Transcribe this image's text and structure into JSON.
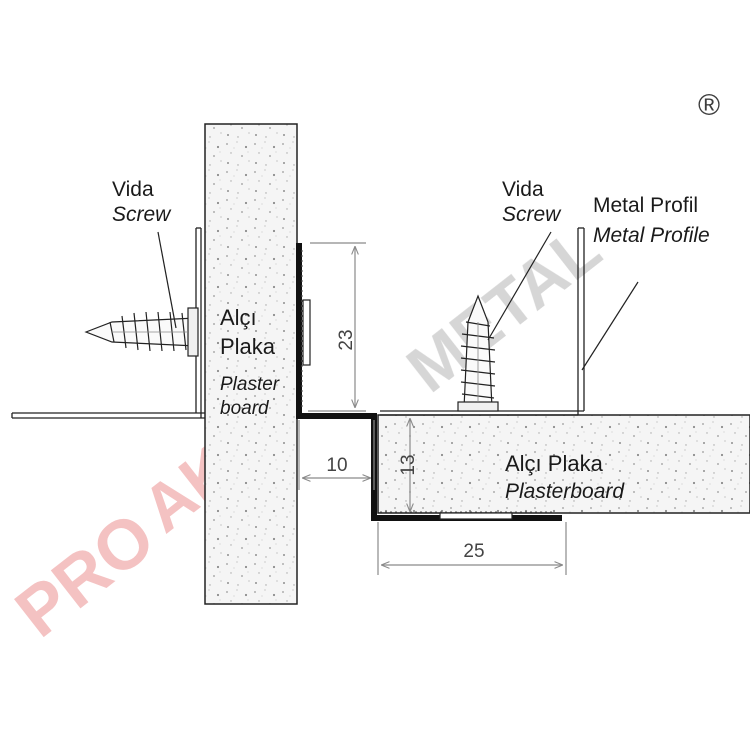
{
  "watermark": {
    "text": "PROAKS METAL",
    "registered": "®",
    "color_red": "#f0b7b7",
    "color_gray": "#c9c9c9"
  },
  "labels": {
    "screw_left_tr": "Vida",
    "screw_left_en": "Screw",
    "screw_right_tr": "Vida",
    "screw_right_en": "Screw",
    "profile_tr": "Metal Profil",
    "profile_en": "Metal Profile",
    "board_left_tr_1": "Alçı",
    "board_left_tr_2": "Plaka",
    "board_left_en_1": "Plaster",
    "board_left_en_2": "board",
    "board_right_tr": "Alçı Plaka",
    "board_right_en": "Plasterboard"
  },
  "dimensions": {
    "height_vertical": "23",
    "offset": "10",
    "height_step": "13",
    "width_bottom": "25"
  },
  "colors": {
    "board_fill": "#f4f4f4",
    "outline": "#222222",
    "profile": "#111111",
    "dim_line": "#8a8a8a"
  }
}
